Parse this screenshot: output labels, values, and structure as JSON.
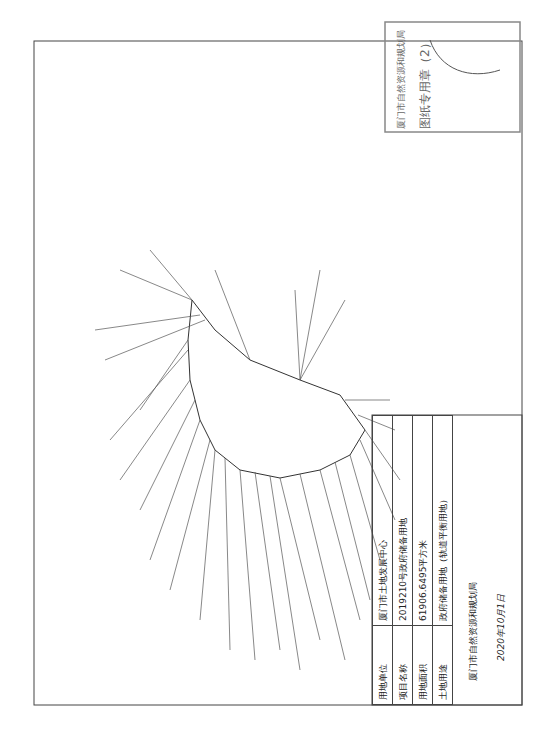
{
  "diagram": {
    "labels": [
      "用地单位",
      "厦门市土地发展中心",
      "项目名称",
      "2019210号政府储备用地",
      "用地面积",
      "61906.6495平方米",
      "土地用途",
      "政府储备用地（轨道平衡用地）",
      "厦门市自然资源和规划局",
      "2020年10月1日",
      "厦门市自然资源和规划局",
      "图纸专用章（2）"
    ]
  }
}
